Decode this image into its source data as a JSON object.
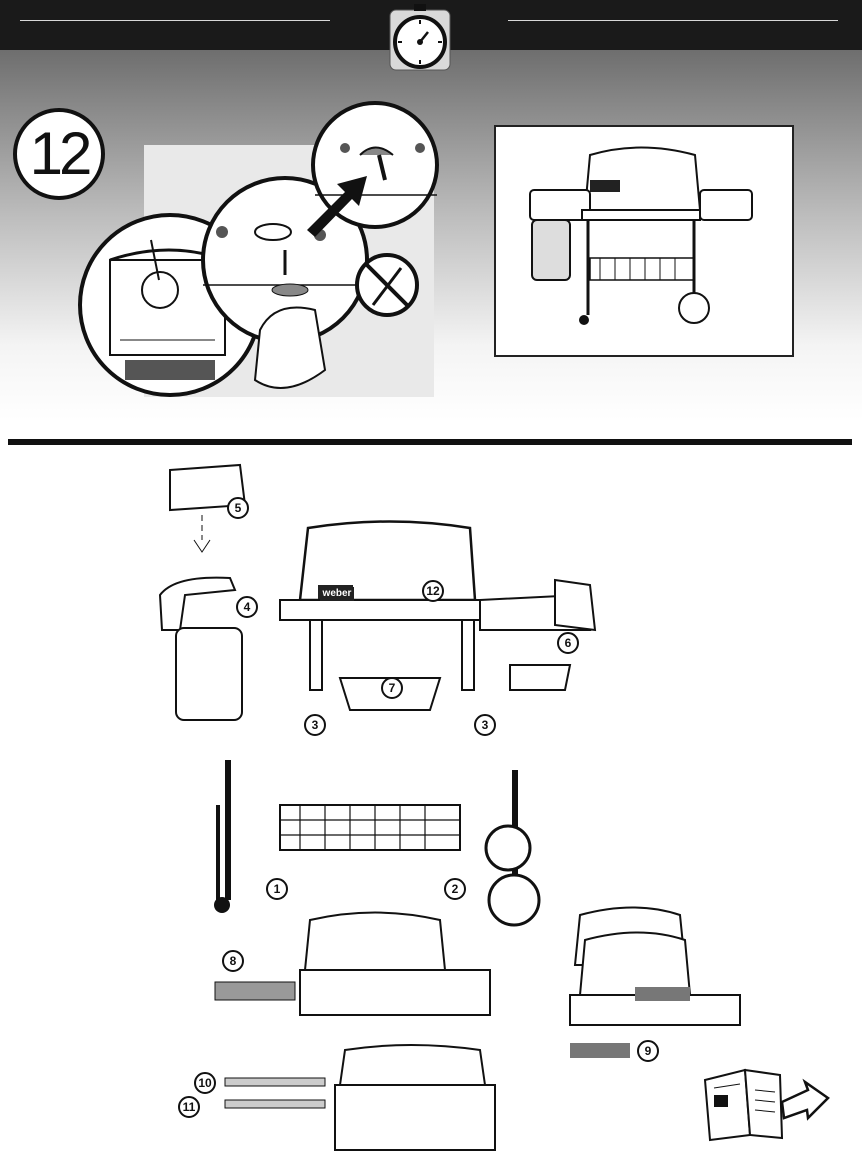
{
  "step": {
    "number": "12"
  },
  "brand": {
    "logo_text": "weber"
  },
  "callouts": [
    "1",
    "2",
    "3",
    "3",
    "4",
    "5",
    "6",
    "7",
    "8",
    "9",
    "10",
    "11",
    "12"
  ],
  "colors": {
    "header_bar": "#1a1a1a",
    "ink": "#111111",
    "panel": "#e9e9e9"
  },
  "icons": [
    "stopwatch-icon",
    "no-tools-icon",
    "continue-manual-icon",
    "arrow-icon"
  ]
}
